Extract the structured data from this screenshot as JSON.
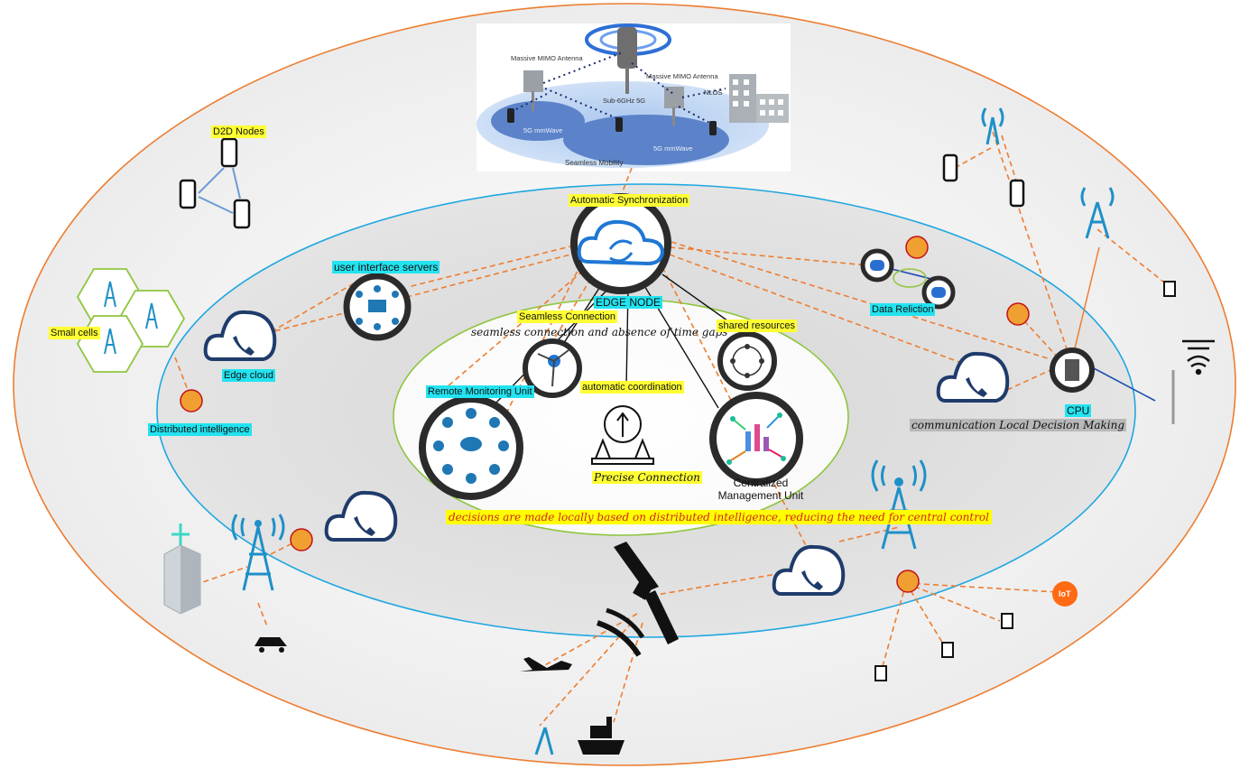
{
  "inset": {
    "massive_mimo_left": "Massive MIMO Antenna",
    "massive_mimo_right": "Massive MIMO Antenna",
    "sub6": "Sub-6GHz 5G",
    "nlos": "NLOS",
    "mmwave_left": "5G mmWave",
    "mmwave_right": "5G mmWave",
    "seamless_mobility": "Seamless Mobility"
  },
  "labels": {
    "d2d_nodes": "D2D Nodes",
    "small_cells": "Small cells",
    "edge_cloud": "Edge cloud",
    "distributed_intelligence": "Distributed intelligence",
    "user_interface_servers": "user interface servers",
    "automatic_synchronization": "Automatic Synchronization",
    "edge_node": "EDGE NODE",
    "seamless_connection": "Seamless Connection",
    "seamless_note": "seamless connection and absence of time gaps",
    "shared_resources": "shared resources",
    "remote_monitoring_unit": "Remote Monitoring Unit",
    "automatic_coordination": "automatic coordination",
    "precise_connection": "Precise Connection",
    "centralized_management_unit": "Centralized Management Unit",
    "data_reliction": "Data Reliction",
    "cpu": "CPU",
    "local_decision_making": "communication Local Decision Making",
    "banner": "decisions are made locally based on distributed intelligence, reducing the need for central control",
    "iot": "IoT"
  },
  "colors": {
    "outer_ring": "#ed7d31",
    "middle_ring": "#1ea7e1",
    "inner_ring": "#8fc63f",
    "link_dashed": "#ed7d31",
    "icon_blue": "#1f77b4",
    "label_yellow": "#ffff33",
    "label_cyan": "#22e3f0"
  }
}
